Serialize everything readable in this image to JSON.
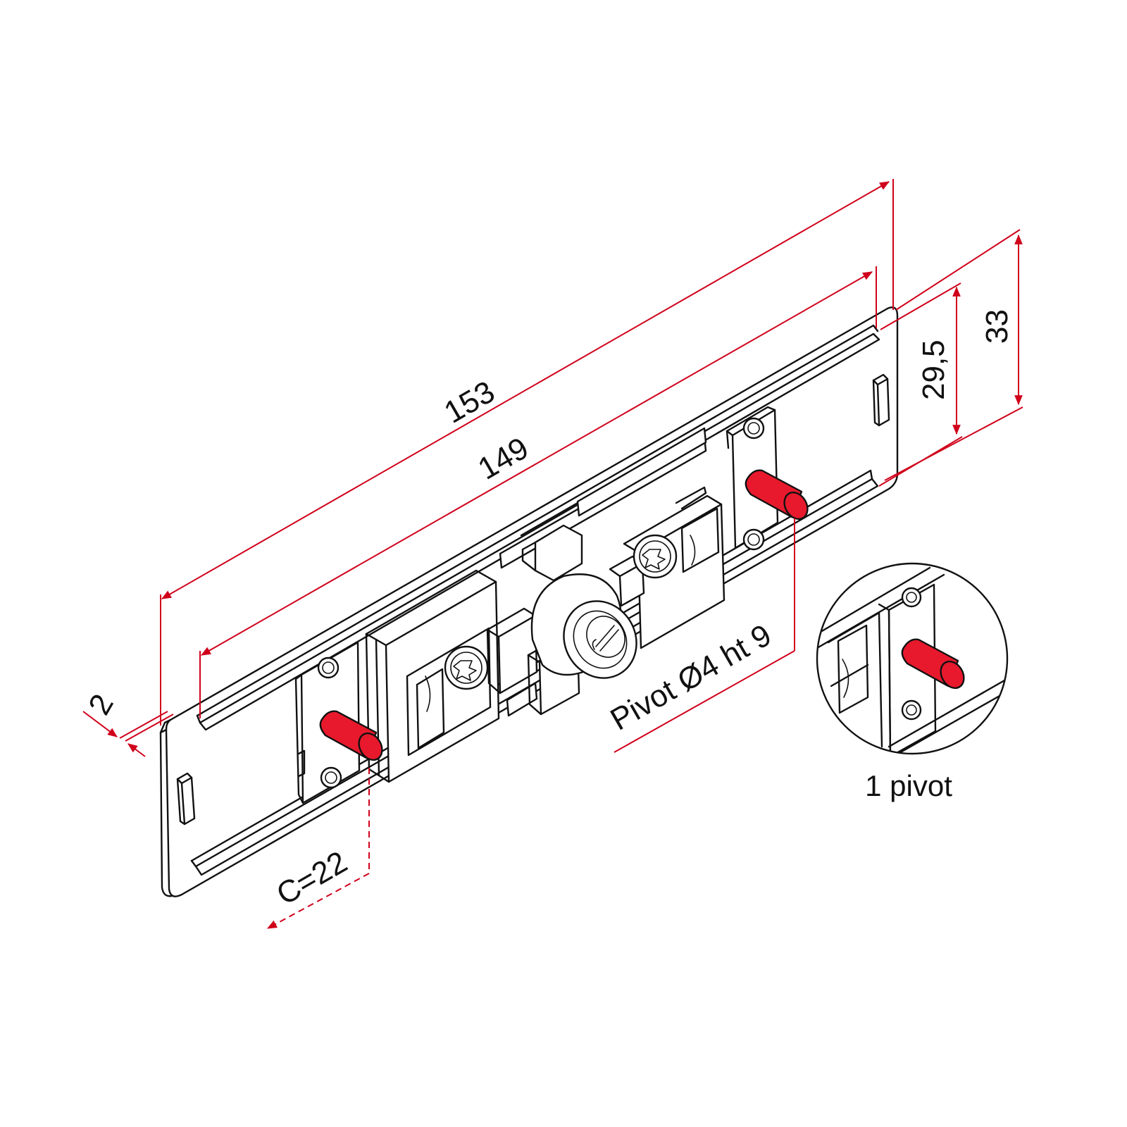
{
  "colors": {
    "dimension": "#d0021b",
    "pivot": "#e8192c",
    "line": "#111111",
    "background": "#ffffff"
  },
  "labels": {
    "overall_length": "153",
    "inner_length": "149",
    "thickness": "2",
    "inner_height": "29,5",
    "overall_height": "33",
    "pivot_spec": "Pivot Ø4 ht 9",
    "center_distance": "C=22",
    "detail_caption": "1 pivot"
  },
  "icons": {
    "screw": "phillips-screw-icon",
    "key": "key-cylinder-icon",
    "pivot": "pivot-pin-icon"
  }
}
